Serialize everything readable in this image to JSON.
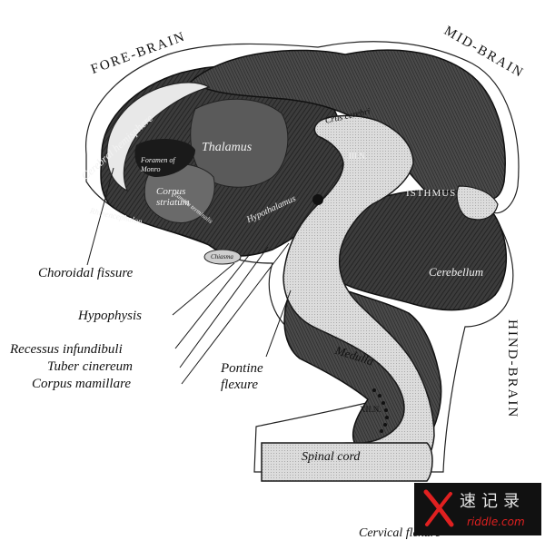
{
  "labels": {
    "fore_brain": "FORE-BRAIN",
    "mid_brain": "MID-BRAIN",
    "hind_brain": "HIND-BRAIN",
    "cerebral_hemisphere": "Cerebral hemisphere",
    "thalamus": "Thalamus",
    "foramen_of_monro": "Foramen of Monro",
    "corpus_striatum": "Corpus striatum",
    "rhinencephalon": "Rhinencephalon",
    "lamina_terminalis": "Lamina terminalis",
    "chiasma": "Chiasma",
    "hypothalamus": "Hypothalamus",
    "crus_cerebri": "Crus cerebri",
    "iii_n": "III.N.",
    "isthmus": "ISTHMUS",
    "cerebellum": "Cerebellum",
    "choroidal_fissure": "Choroidal fissure",
    "hypophysis": "Hypophysis",
    "recessus_infundibuli": "Recessus infundibuli",
    "tuber_cinereum": "Tuber cinereum",
    "corpus_mamillare": "Corpus mamillare",
    "pontine_flexure": "Pontine flexure",
    "medulla": "Medulla",
    "xii_n": "XII.N.",
    "spinal_cord": "Spinal cord",
    "cervical_flexure": "Cervical flexure"
  },
  "watermark": {
    "glyphs": "速记录",
    "site": "riddle.com"
  }
}
